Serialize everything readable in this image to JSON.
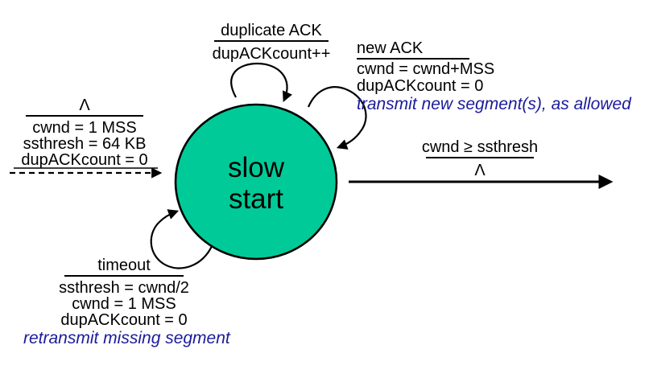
{
  "diagram": {
    "state": {
      "name_line1": "slow",
      "name_line2": "start"
    },
    "colors": {
      "state_fill": "#00cb98",
      "state_stroke": "#000000",
      "arrow_black": "#000000",
      "comment_text": "#1b1b9c"
    },
    "transitions": {
      "init": {
        "condition": "Λ",
        "actions": [
          "cwnd = 1 MSS",
          "ssthresh = 64 KB",
          "dupACKcount = 0"
        ]
      },
      "duplicate_ack": {
        "condition": "duplicate ACK",
        "actions": [
          "dupACKcount++"
        ]
      },
      "new_ack": {
        "condition": "new ACK",
        "actions": [
          "cwnd = cwnd+MSS",
          "dupACKcount = 0"
        ],
        "comment": "transmit new segment(s), as allowed"
      },
      "to_congestion_avoidance": {
        "condition": "cwnd ≥ ssthresh",
        "actions": [
          "Λ"
        ]
      },
      "timeout": {
        "condition": "timeout",
        "actions": [
          "ssthresh = cwnd/2",
          "cwnd = 1 MSS",
          "dupACKcount = 0"
        ],
        "comment": "retransmit missing segment"
      }
    }
  }
}
